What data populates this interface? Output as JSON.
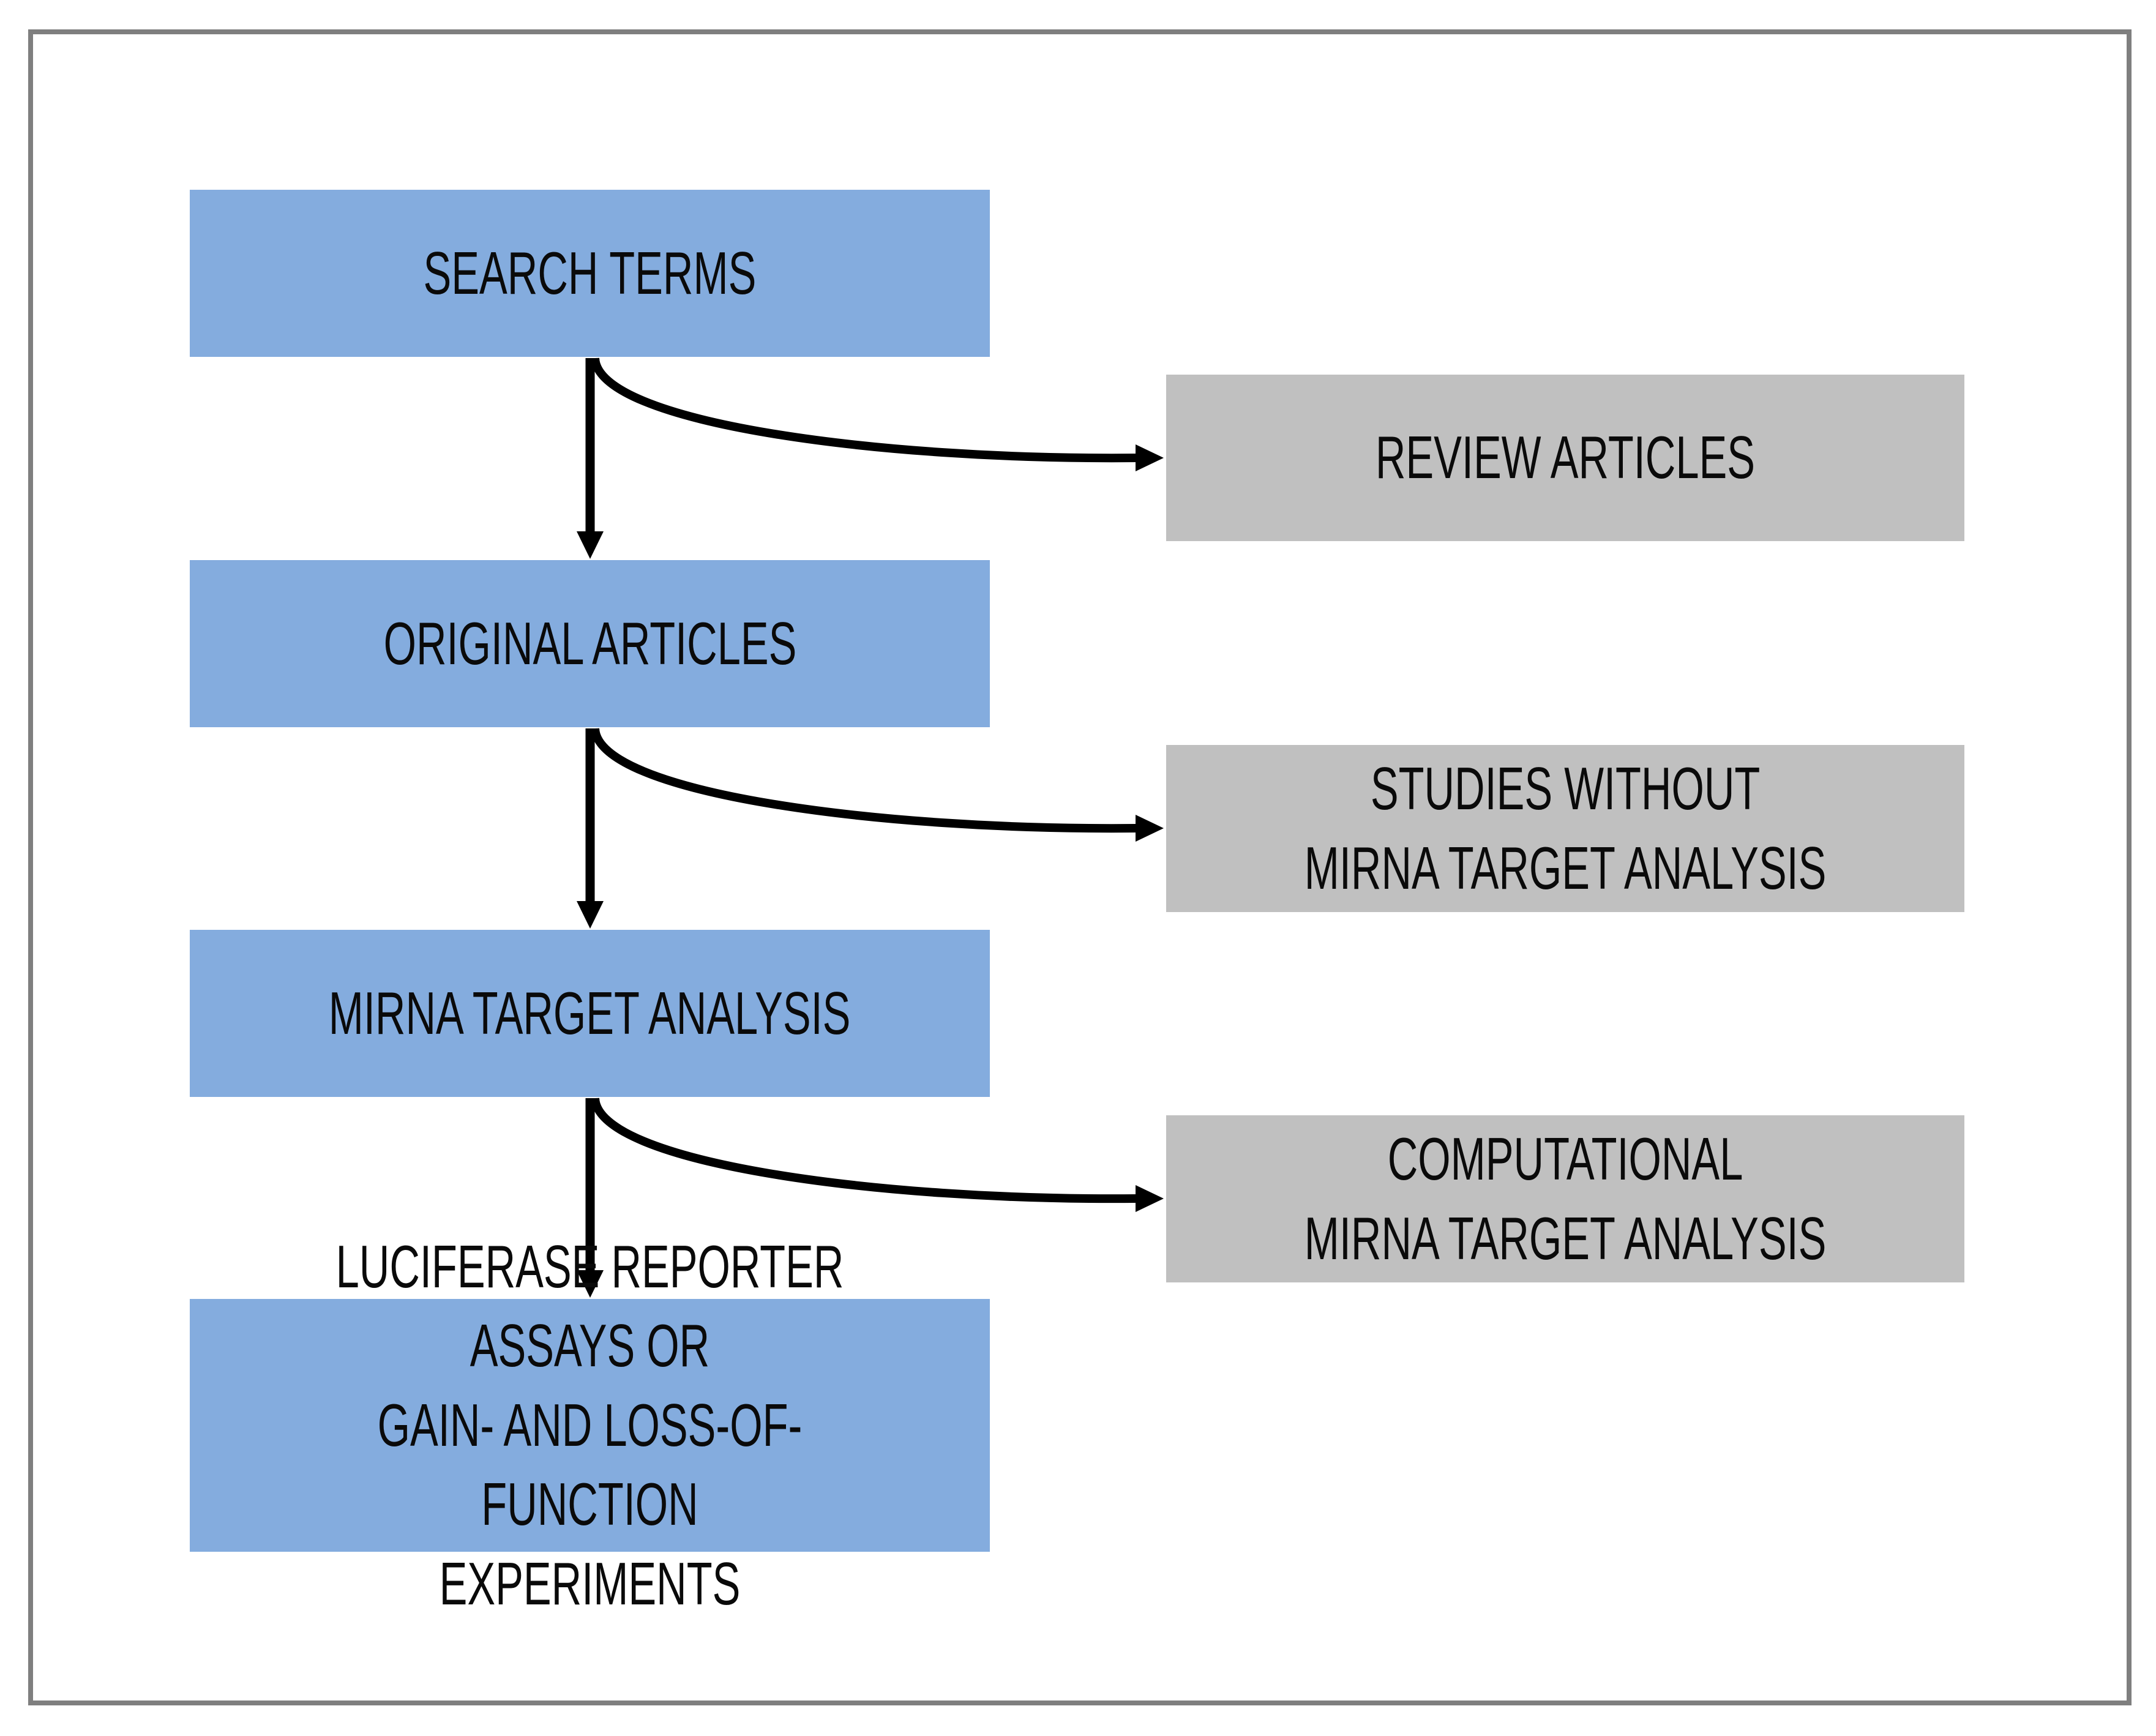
{
  "diagram": {
    "type": "flowchart",
    "main_flow": [
      {
        "id": "search-terms",
        "label": "SEARCH TERMS"
      },
      {
        "id": "original-articles",
        "label": "ORIGINAL ARTICLES"
      },
      {
        "id": "mirna-target-analysis",
        "label": "MIRNA TARGET ANALYSIS"
      },
      {
        "id": "luciferase-experiments",
        "label": "LUCIFERASE REPORTER ASSAYS OR\nGAIN- AND LOSS-OF-FUNCTION\nEXPERIMENTS"
      }
    ],
    "excluded": [
      {
        "id": "review-articles",
        "label": "REVIEW ARTICLES"
      },
      {
        "id": "studies-without-mirna-target-analysis",
        "label": "STUDIES WITHOUT\nMIRNA TARGET ANALYSIS"
      },
      {
        "id": "computational-mirna-target-analysis",
        "label": "COMPUTATIONAL\nMIRNA TARGET ANALYSIS"
      }
    ],
    "connections": [
      {
        "from": "SEARCH TERMS",
        "to": "ORIGINAL ARTICLES",
        "style": "straight-down"
      },
      {
        "from": "SEARCH TERMS",
        "to": "REVIEW ARTICLES",
        "style": "curved-right"
      },
      {
        "from": "ORIGINAL ARTICLES",
        "to": "MIRNA TARGET ANALYSIS",
        "style": "straight-down"
      },
      {
        "from": "ORIGINAL ARTICLES",
        "to": "STUDIES WITHOUT\nMIRNA TARGET ANALYSIS",
        "style": "curved-right"
      },
      {
        "from": "MIRNA TARGET ANALYSIS",
        "to": "LUCIFERASE REPORTER ASSAYS OR\nGAIN- AND LOSS-OF-FUNCTION\nEXPERIMENTS",
        "style": "straight-down"
      },
      {
        "from": "MIRNA TARGET ANALYSIS",
        "to": "COMPUTATIONAL\nMIRNA TARGET ANALYSIS",
        "style": "curved-right"
      }
    ],
    "colors": {
      "main_flow_fill": "#84ACDE",
      "excluded_fill": "#C0C0C0",
      "arrow": "#000000",
      "frame_border": "#7F7F7F",
      "text": "#0A0A0A",
      "background": "#FFFFFF"
    }
  }
}
